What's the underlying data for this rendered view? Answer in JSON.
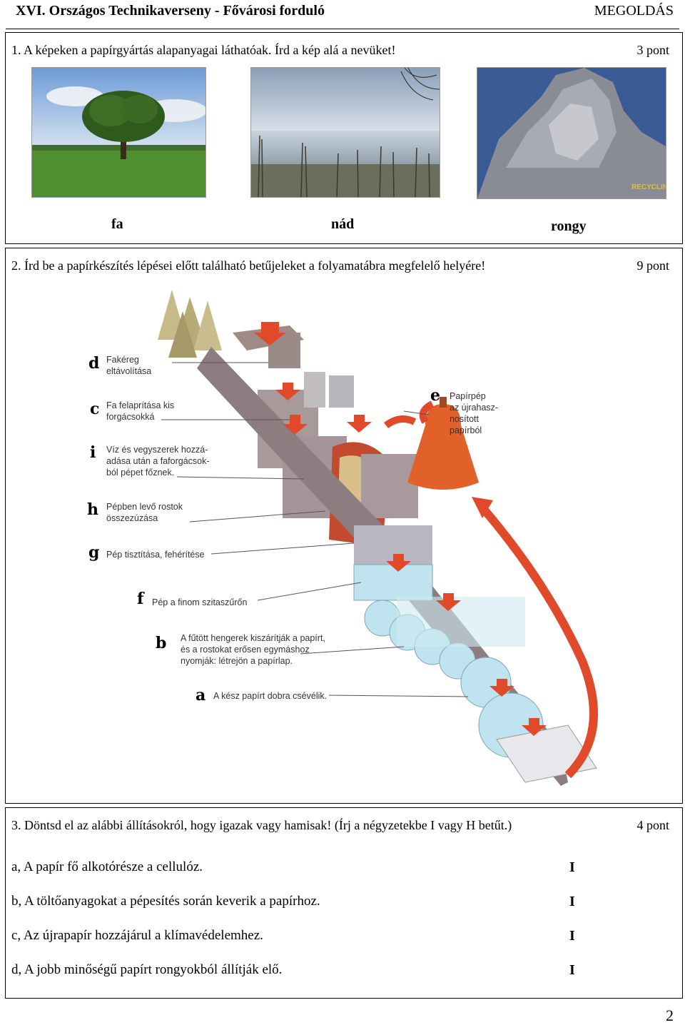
{
  "header": {
    "title": "XVI. Országos Technikaverseny - Fővárosi forduló",
    "tag": "MEGOLDÁS"
  },
  "q1": {
    "text": "1.  A képeken a papírgyártás alapanyagai láthatóak. Írd a kép alá a nevüket!",
    "points": "3 pont",
    "answers": [
      "fa",
      "nád",
      "rongy"
    ],
    "recycling_sign": "RECYCLING"
  },
  "q2": {
    "text": "2.  Írd be a papírkészítés lépései előtt található betűjeleket a folyamatábra megfelelő helyére!",
    "points": "9 pont",
    "steps": [
      {
        "letter": "d",
        "lines": [
          "Fakéreg",
          "eltávolítása"
        ]
      },
      {
        "letter": "c",
        "lines": [
          "Fa felaprítása kis",
          "forgácsokká"
        ]
      },
      {
        "letter": "i",
        "lines": [
          "Víz és vegyszerek hozzá-",
          "adása után a faforgácsok-",
          "ból pépet főznek."
        ]
      },
      {
        "letter": "h",
        "lines": [
          "Pépben levő rostok",
          "összezúzása"
        ]
      },
      {
        "letter": "g",
        "lines": [
          "Pép tisztítása, fehérítése"
        ]
      },
      {
        "letter": "f",
        "lines": [
          "Pép a finom szitaszűrőn"
        ]
      },
      {
        "letter": "b",
        "lines": [
          "A fűtött hengerek kiszárítják a papírt,",
          "és a rostokat erősen egymáshoz",
          "nyomják: létrejön a papírlap."
        ]
      },
      {
        "letter": "a",
        "lines": [
          "A kész papírt dobra csévélik."
        ]
      },
      {
        "letter": "e",
        "lines": [
          "Papírpép",
          "az újrahasz-",
          "nosított",
          "papírból"
        ]
      }
    ]
  },
  "q3": {
    "text": "3.  Döntsd el az alábbi állításokról, hogy igazak vagy hamisak! (Írj a négyzetekbe I vagy H betűt.)",
    "points": "4 pont",
    "statements": [
      {
        "text": "a, A papír fő alkotórésze a cellulóz.",
        "mark": "I"
      },
      {
        "text": "b, A töltőanyagokat a pépesítés során keverik a papírhoz.",
        "mark": "I"
      },
      {
        "text": "c, Az újrapapír hozzájárul a klímavédelemhez.",
        "mark": "I"
      },
      {
        "text": "d, A jobb minőségű papírt rongyokból állítják elő.",
        "mark": "I"
      }
    ]
  },
  "page_number": "2"
}
